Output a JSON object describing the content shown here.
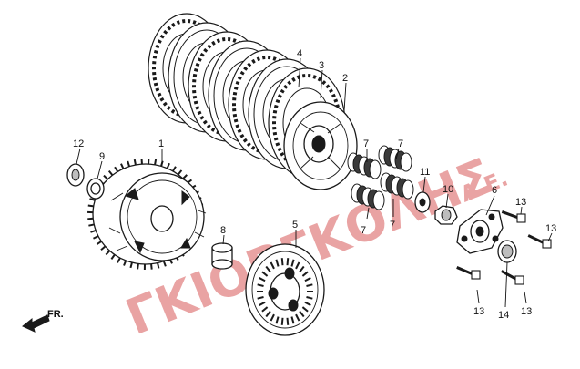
{
  "watermark": {
    "text": "ΓΚΙΟΡΓΚΟΛΗΣ",
    "suffix": "Α.Ε.",
    "color": "#e9a3a3"
  },
  "direction_label": "FR.",
  "callouts": [
    {
      "id": "c1",
      "label": "1"
    },
    {
      "id": "c2",
      "label": "2"
    },
    {
      "id": "c3",
      "label": "3"
    },
    {
      "id": "c4",
      "label": "4"
    },
    {
      "id": "c5",
      "label": "5"
    },
    {
      "id": "c6",
      "label": "6"
    },
    {
      "id": "c7a",
      "label": "7"
    },
    {
      "id": "c7b",
      "label": "7"
    },
    {
      "id": "c7c",
      "label": "7"
    },
    {
      "id": "c7d",
      "label": "7"
    },
    {
      "id": "c8",
      "label": "8"
    },
    {
      "id": "c9",
      "label": "9"
    },
    {
      "id": "c10",
      "label": "10"
    },
    {
      "id": "c11",
      "label": "11"
    },
    {
      "id": "c12",
      "label": "12"
    },
    {
      "id": "c13a",
      "label": "13"
    },
    {
      "id": "c13b",
      "label": "13"
    },
    {
      "id": "c13c",
      "label": "13"
    },
    {
      "id": "c13d",
      "label": "13"
    },
    {
      "id": "c14",
      "label": "14"
    }
  ]
}
